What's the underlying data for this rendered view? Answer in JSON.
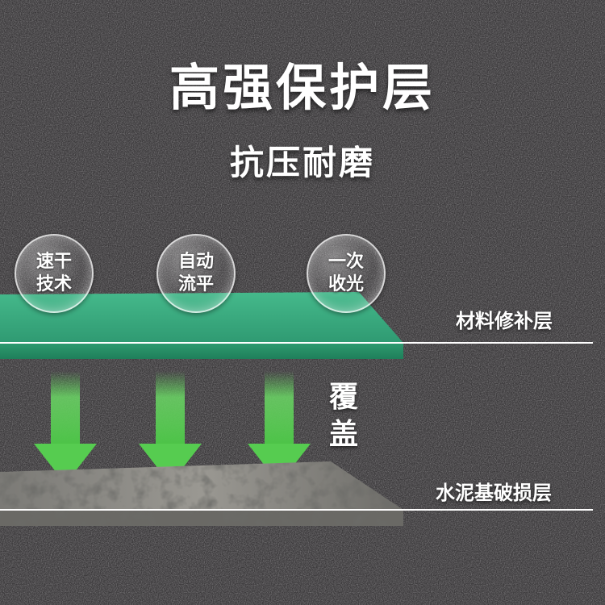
{
  "title": "高强保护层",
  "subtitle": "抗压耐磨",
  "bubbles": [
    {
      "line1": "速干",
      "line2": "技术"
    },
    {
      "line1": "自动",
      "line2": "流平"
    },
    {
      "line1": "一次",
      "line2": "收光"
    }
  ],
  "labels": {
    "top_layer": "材料修补层",
    "bottom_layer": "水泥基破损层",
    "cover_1": "覆",
    "cover_2": "盖"
  },
  "colors": {
    "background": "#3c3a3c",
    "green_layer": "#3aa77e",
    "arrow_green": "#5fd35a",
    "concrete": "#8a8884"
  }
}
